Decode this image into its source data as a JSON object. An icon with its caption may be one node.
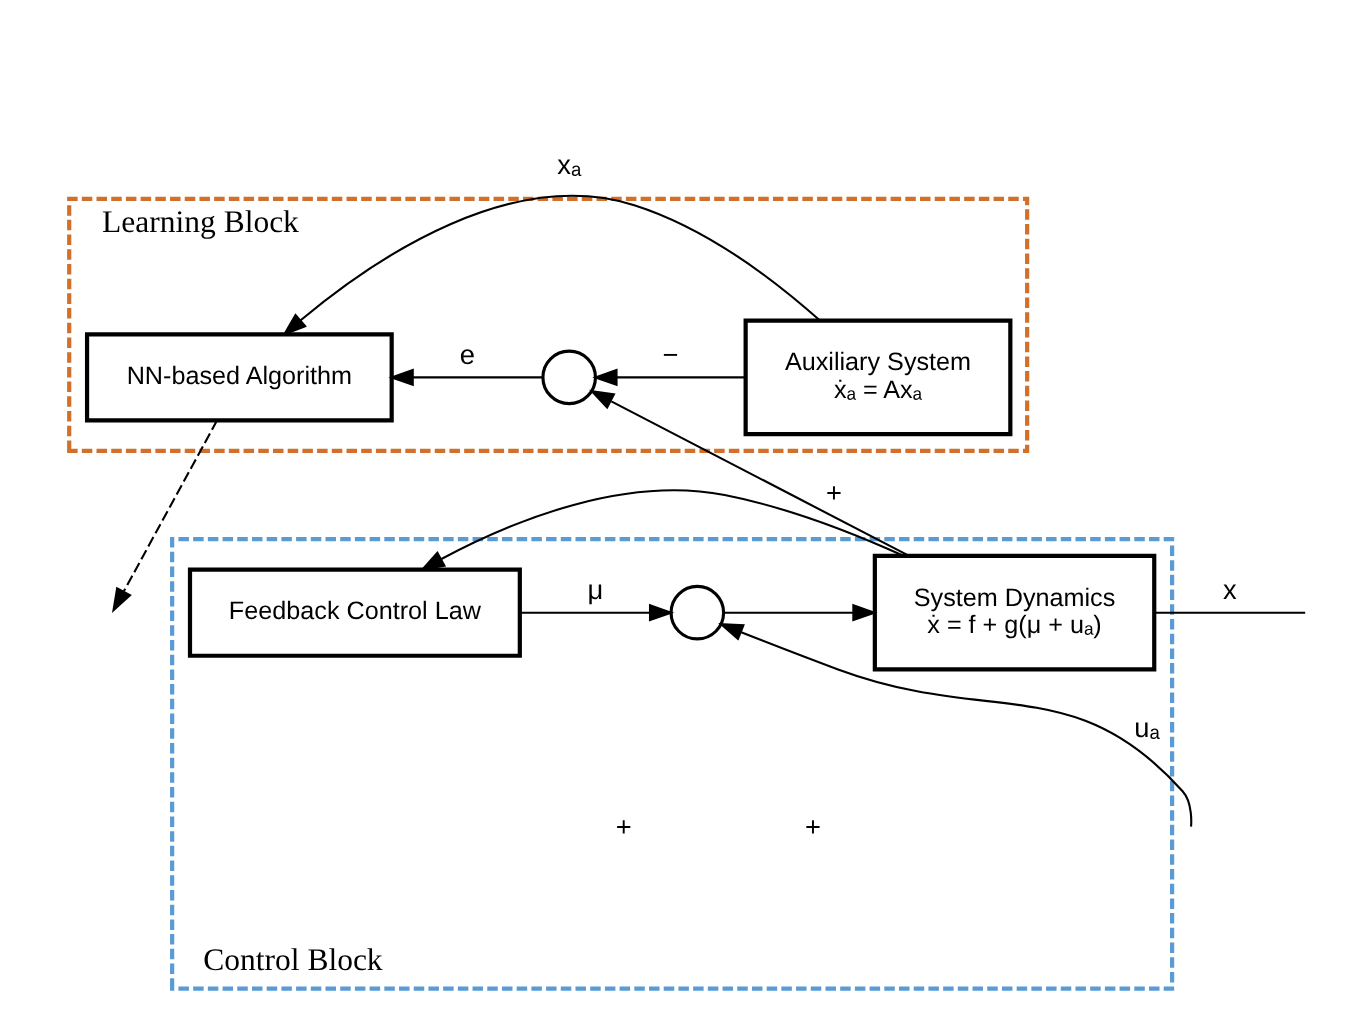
{
  "diagram": {
    "nodes": [
      {
        "text": [
          "Learning Block"
        ]
      },
      {
        "text": [
          "NN-based Algorithm"
        ],
        "in": 0
      },
      {
        "text": [
          "Auxiliary System",
          "ẋₐ = Axₐ"
        ],
        "in": 0
      },
      {
        "text": [],
        "shape": "circle",
        "in": 0
      },
      {
        "text": [
          "Control Block"
        ]
      },
      {
        "text": [
          "Feedback Control Law"
        ],
        "in": 4
      },
      {
        "text": [],
        "shape": "circle",
        "in": 4
      },
      {
        "text": [
          "System Dynamics",
          "ẋ = f + g(μ + uₐ)"
        ],
        "in": 4
      }
    ],
    "edges": [
      {
        "from": 2,
        "to": 1,
        "arrow": "to",
        "label": "xₐ"
      },
      {
        "from": 2,
        "to": 3,
        "arrow": "to",
        "label": "−"
      },
      {
        "from": 3,
        "to": 1,
        "arrow": "to",
        "label": "e"
      },
      {
        "from": 5,
        "to": 6,
        "arrow": "to",
        "label": "μ"
      },
      {
        "from": null,
        "to": 6,
        "arrow": "to",
        "label": "uₐ"
      },
      {
        "from": 6,
        "to": 7,
        "arrow": "to"
      },
      {
        "from": 7,
        "to": null,
        "arrow": "none",
        "label": "x"
      },
      {
        "from": 7,
        "to": 3,
        "arrow": "to",
        "label": "+"
      },
      {
        "from": 7,
        "to": 5,
        "arrow": "to"
      },
      {
        "from": 1,
        "to": null,
        "arrow": "to",
        "style": "dashed"
      }
    ],
    "labels": [
      "+",
      "+"
    ]
  }
}
